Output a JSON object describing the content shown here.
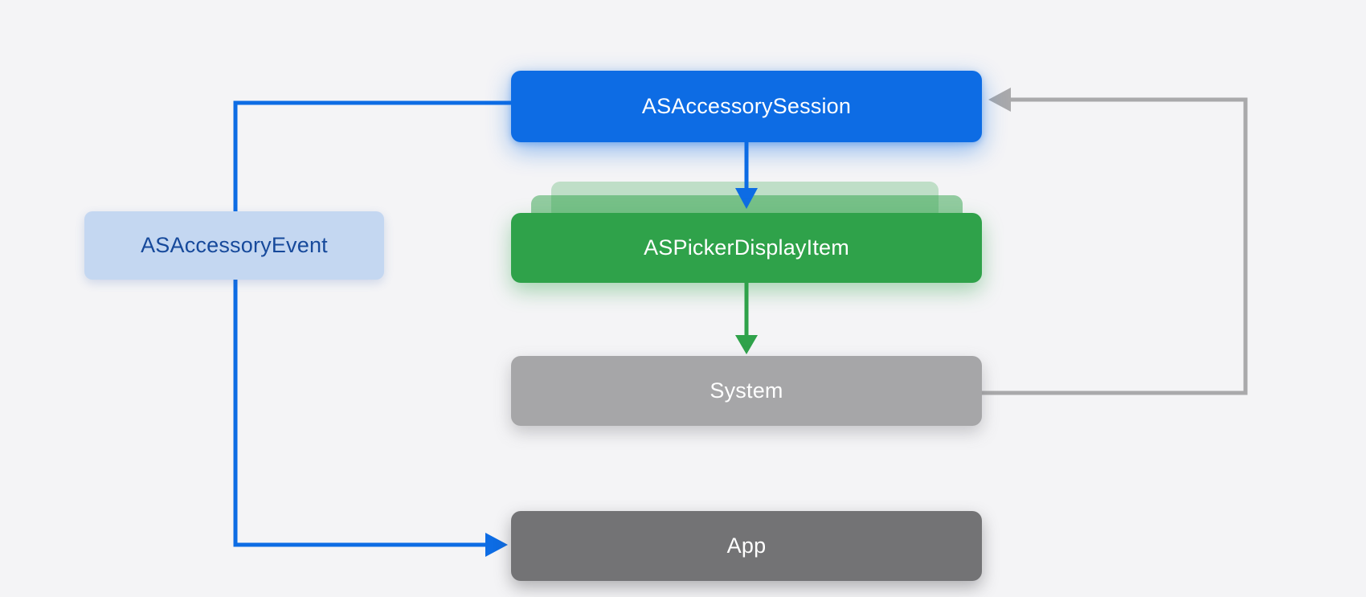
{
  "colors": {
    "background": "#f4f4f6",
    "session": "#0d6ce4",
    "picker": "#2fa24a",
    "system": "#a6a6a8",
    "app": "#737375",
    "event_fill": "#c4d7f1",
    "event_text": "#16499b",
    "label_text": "#ffffff",
    "wire_blue": "#0d6ce4",
    "wire_green": "#2fa24a",
    "wire_gray": "#a9a9ab"
  },
  "nodes": {
    "session": {
      "label": "ASAccessorySession"
    },
    "picker": {
      "label": "ASPickerDisplayItem"
    },
    "system": {
      "label": "System"
    },
    "app": {
      "label": "App"
    },
    "event": {
      "label": "ASAccessoryEvent"
    }
  },
  "edges": [
    {
      "from": "ASAccessorySession",
      "to": "ASPickerDisplayItem",
      "style": "straight-down-arrow",
      "color": "#0d6ce4"
    },
    {
      "from": "ASPickerDisplayItem",
      "to": "System",
      "style": "straight-down-arrow",
      "color": "#2fa24a"
    },
    {
      "from": "ASAccessorySession",
      "to": "App",
      "style": "elbow-left-through-ASAccessoryEvent",
      "color": "#0d6ce4"
    },
    {
      "from": "System",
      "to": "ASAccessorySession",
      "style": "elbow-right-return",
      "color": "#a9a9ab"
    }
  ]
}
